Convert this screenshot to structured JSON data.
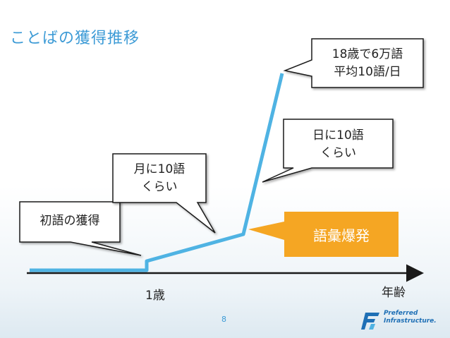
{
  "slide": {
    "title": "ことばの獲得推移",
    "page_number": "8"
  },
  "callouts": {
    "first_word": "初語の獲得",
    "month_line1": "月に10語",
    "month_line2": "くらい",
    "day_line1": "日に10語",
    "day_line2": "くらい",
    "final_line1": "18歳で6万語",
    "final_line2": "平均10語/日"
  },
  "burst_label": "語彙爆発",
  "axis": {
    "x_tick": "1歳",
    "x_label": "年齢"
  },
  "logo": {
    "line1": "Preferred",
    "line2": "Infrastructure."
  },
  "colors": {
    "title": "#3d9bd6",
    "curve": "#4fb3e3",
    "burst": "#f5a623",
    "axis": "#1a1a1a"
  }
}
